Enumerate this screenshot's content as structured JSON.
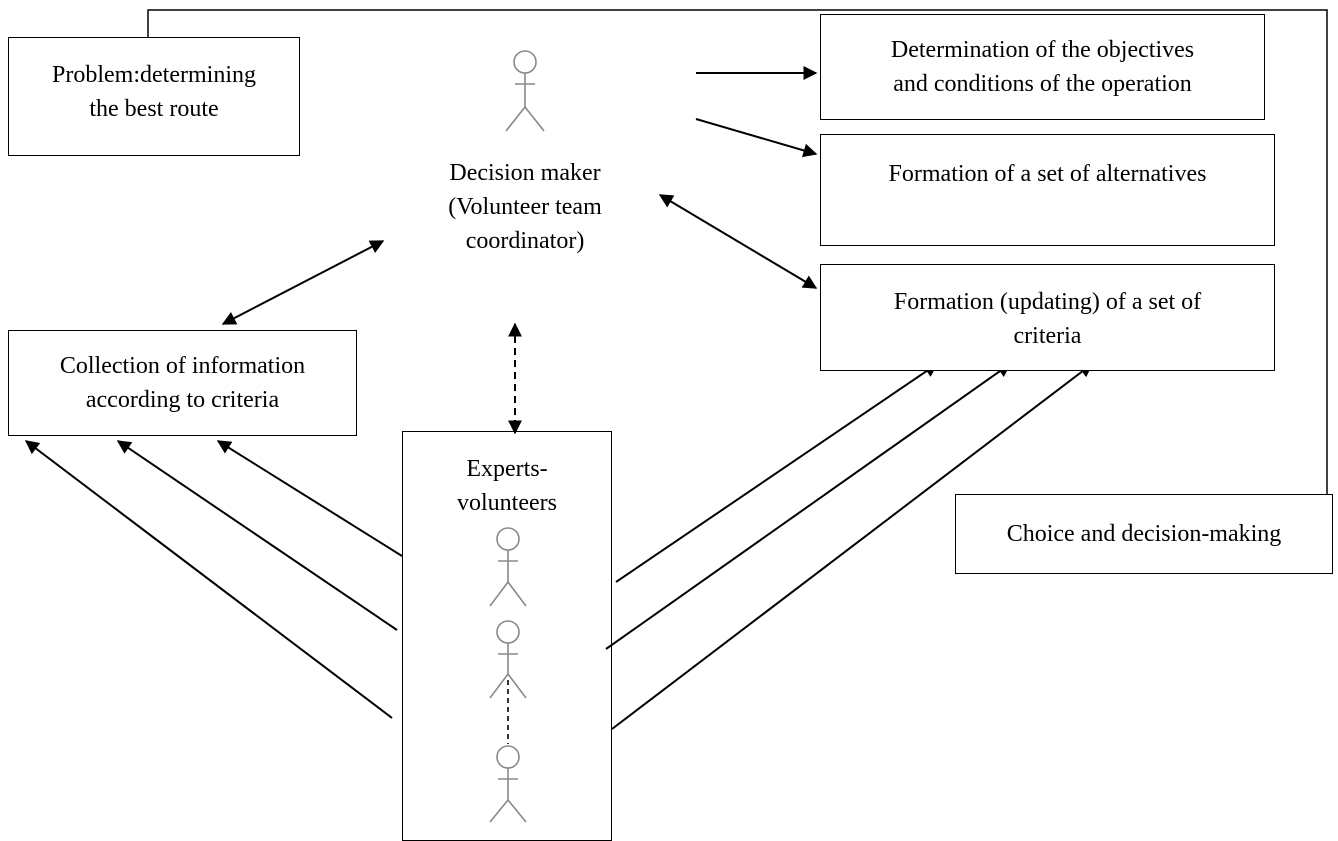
{
  "diagram": {
    "problem": {
      "line1": "Problem:determining",
      "line2": "the best route"
    },
    "decision_maker": {
      "line1": "Decision maker",
      "line2": "(Volunteer team",
      "line3": "coordinator)"
    },
    "objectives": {
      "line1": "Determination of the objectives",
      "line2": "and conditions of the operation"
    },
    "alternatives": {
      "line1": "Formation of a set of alternatives"
    },
    "criteria": {
      "line1": "Formation (updating) of a set of",
      "line2": "criteria"
    },
    "collection": {
      "line1": "Collection of information",
      "line2": "according to criteria"
    },
    "experts": {
      "line1": "Experts-",
      "line2": "volunteers"
    },
    "choice": {
      "line1": "Choice and decision-making"
    }
  }
}
